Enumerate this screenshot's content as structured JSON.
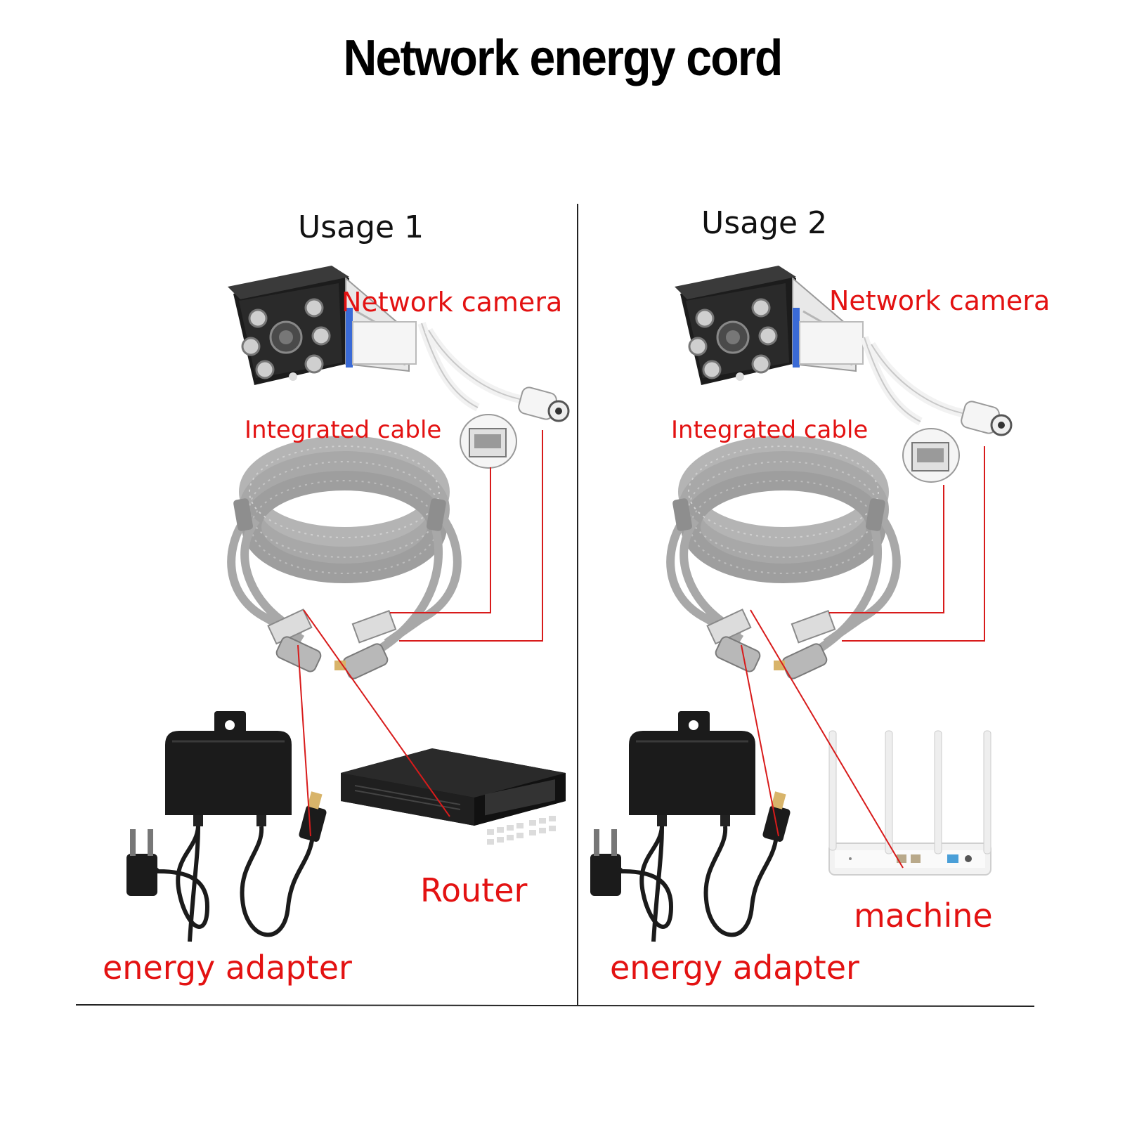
{
  "title": "Network energy cord",
  "panels": [
    {
      "heading": "Usage 1",
      "labels": {
        "camera": "Network camera",
        "cable": "Integrated cable",
        "adapter": "energy adapter",
        "destination": "Router"
      }
    },
    {
      "heading": "Usage 2",
      "labels": {
        "camera": "Network camera",
        "cable": "Integrated cable",
        "adapter": "energy adapter",
        "destination": "machine"
      }
    }
  ],
  "colors": {
    "label": "#e31212",
    "connector_line": "#d81b1b",
    "divider": "#222222",
    "cable": "#a9a9a9",
    "device_dark": "#1b1b1b",
    "camera_body": "#f2f2f2"
  }
}
